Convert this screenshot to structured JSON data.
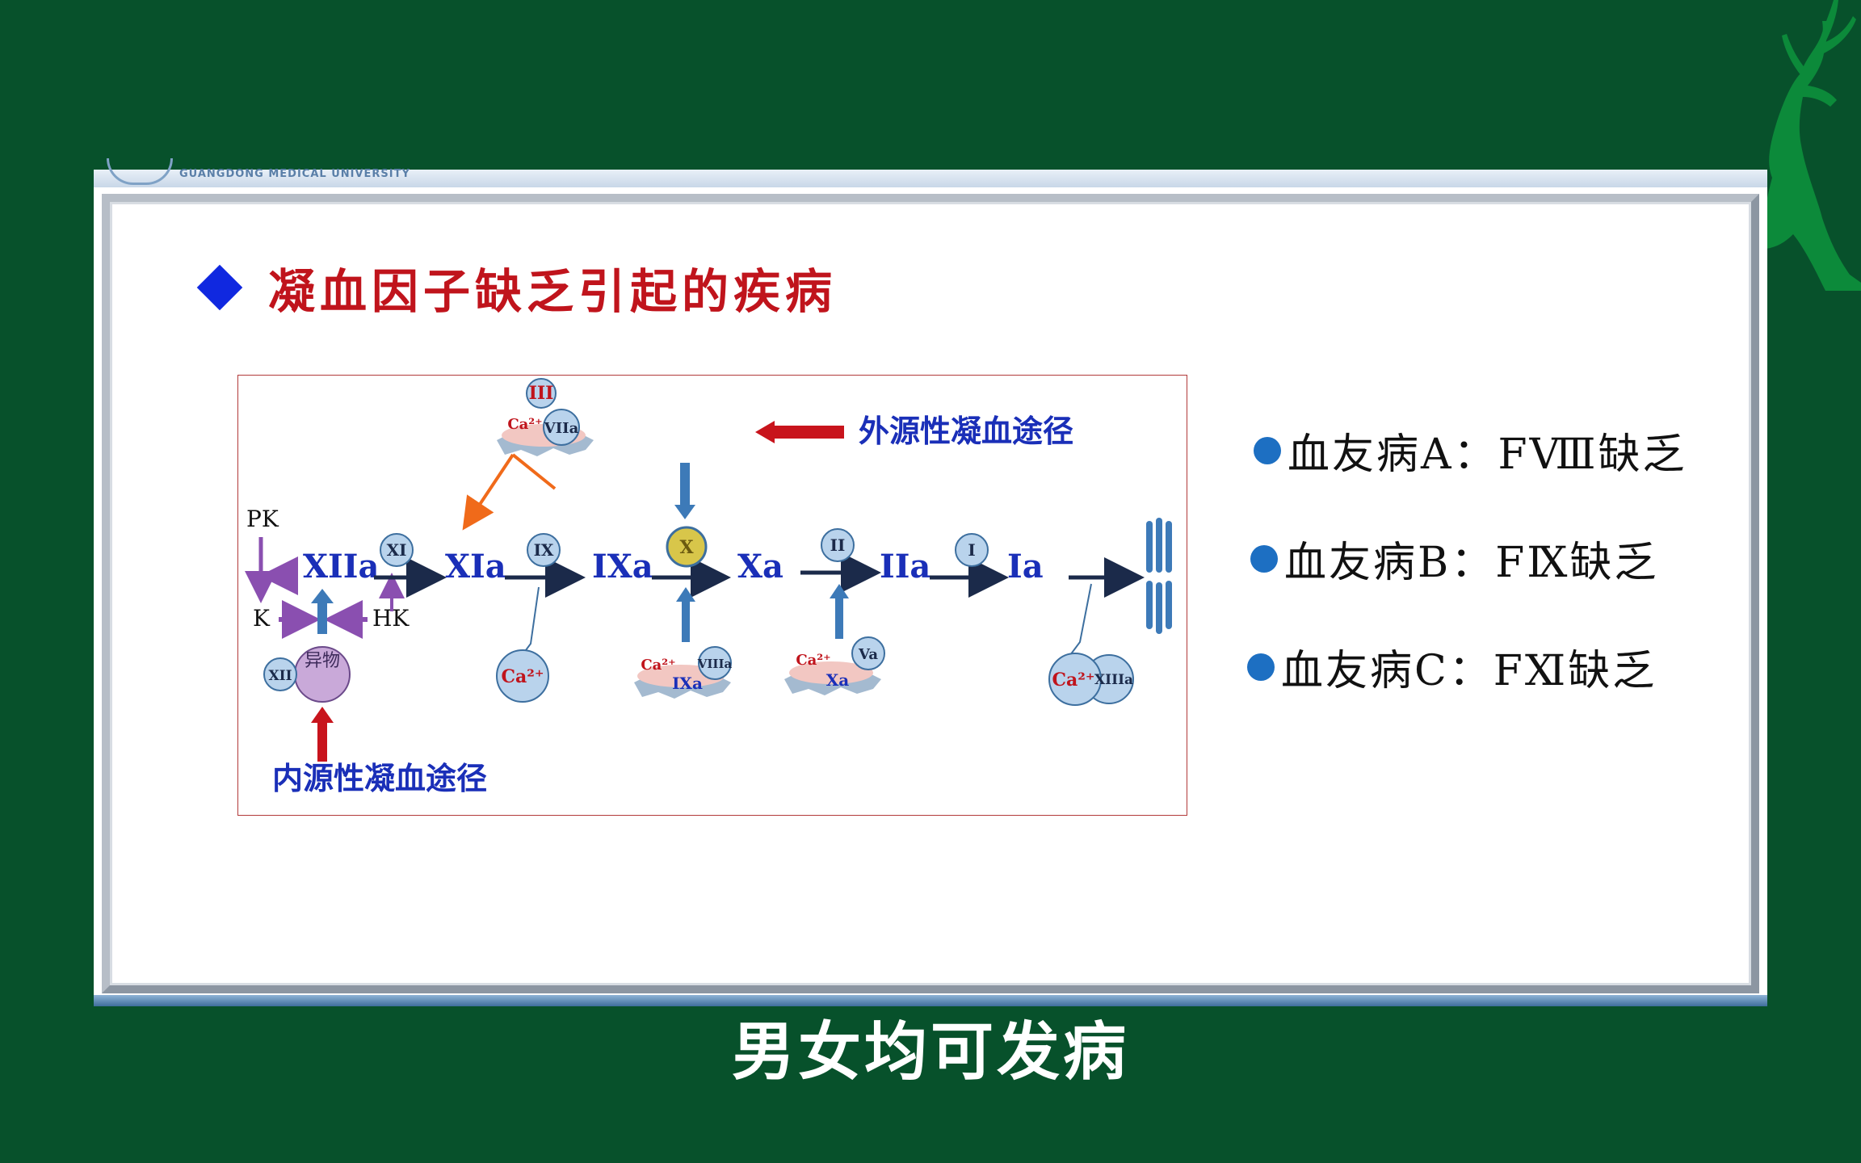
{
  "header": {
    "university_name": "GUANGDONG MEDICAL UNIVERSITY"
  },
  "slide": {
    "title": "凝血因子缺乏引起的疾病"
  },
  "diagram": {
    "extrinsic_label": "外源性凝血途径",
    "intrinsic_label": "内源性凝血途径",
    "factors": {
      "III": "III",
      "VIIa": "VIIa",
      "Ca2": "Ca²⁺",
      "PK": "PK",
      "K": "K",
      "HK": "HK",
      "XI": "XI",
      "XII": "XII",
      "foreign": "异物",
      "IX": "IX",
      "X": "X",
      "II": "II",
      "I": "I",
      "VIIIa": "VIIIa",
      "IXa_small": "IXa",
      "Va": "Va",
      "Xa_small": "Xa",
      "XIIIa": "XIIIa"
    },
    "chain": [
      "XIIa",
      "XIa",
      "IXa",
      "Xa",
      "IIa",
      "Ia"
    ]
  },
  "bullets": [
    "血友病A：FⅧ缺乏",
    "血友病B：FⅨ缺乏",
    "血友病C：FⅪ缺乏"
  ],
  "caption": "男女均可发病",
  "colors": {
    "background": "#07512b",
    "title": "#c0141c",
    "diamond": "#1028e0",
    "bullet_dot": "#1d6fc2",
    "pathway_label": "#1a2fb8",
    "chain_text": "#1a2fb8"
  }
}
